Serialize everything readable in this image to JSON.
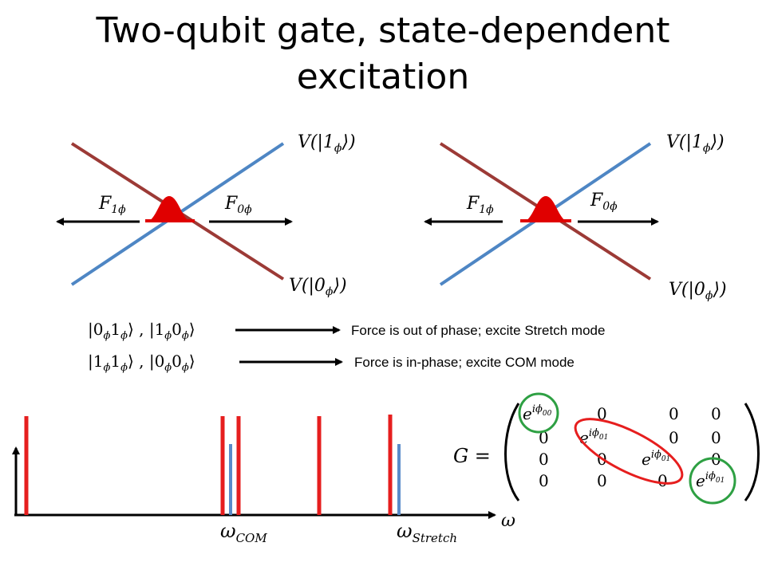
{
  "title": {
    "line1": "Two-qubit gate, state-dependent",
    "line2": "excitation"
  },
  "potential_diagrams": [
    {
      "label_top": "V(|1ϕ⟩)",
      "label_bottom": "V(|0ϕ⟩)",
      "force_left": "F1ϕ",
      "force_right": "F0ϕ"
    },
    {
      "label_top": "V(|1ϕ⟩)",
      "label_bottom": "V(|0ϕ⟩)",
      "force_left": "F1ϕ",
      "force_right": "F0ϕ"
    }
  ],
  "states": [
    {
      "kets": "|0ϕ1ϕ⟩ , |1ϕ0ϕ⟩",
      "description": "Force is out of phase; excite Stretch mode"
    },
    {
      "kets": "|1ϕ1ϕ⟩ , |0ϕ0ϕ⟩",
      "description": "Force is in-phase; excite COM mode"
    }
  ],
  "spectrum": {
    "axis_label": "ω",
    "com_label": "ωCOM",
    "stretch_label": "ωStretch",
    "colors": {
      "laser": "#e61e1e",
      "mode": "#5a8bc9"
    }
  },
  "matrix": {
    "lhs": "G =",
    "rows": [
      [
        "e^{iϕ00}",
        "0",
        "0",
        "0"
      ],
      [
        "0",
        "e^{iϕ01}",
        "0",
        "0"
      ],
      [
        "0",
        "0",
        "e^{iϕ01}",
        "0"
      ],
      [
        "0",
        "0",
        "0",
        "e^{iϕ01}"
      ]
    ],
    "colors": {
      "outer_circle": "#2ea043",
      "inner_ellipse": "#e61e1e"
    }
  },
  "colors": {
    "line_blue": "#4e86c4",
    "line_red": "#9c3a36",
    "gaussian": "#e00000"
  }
}
